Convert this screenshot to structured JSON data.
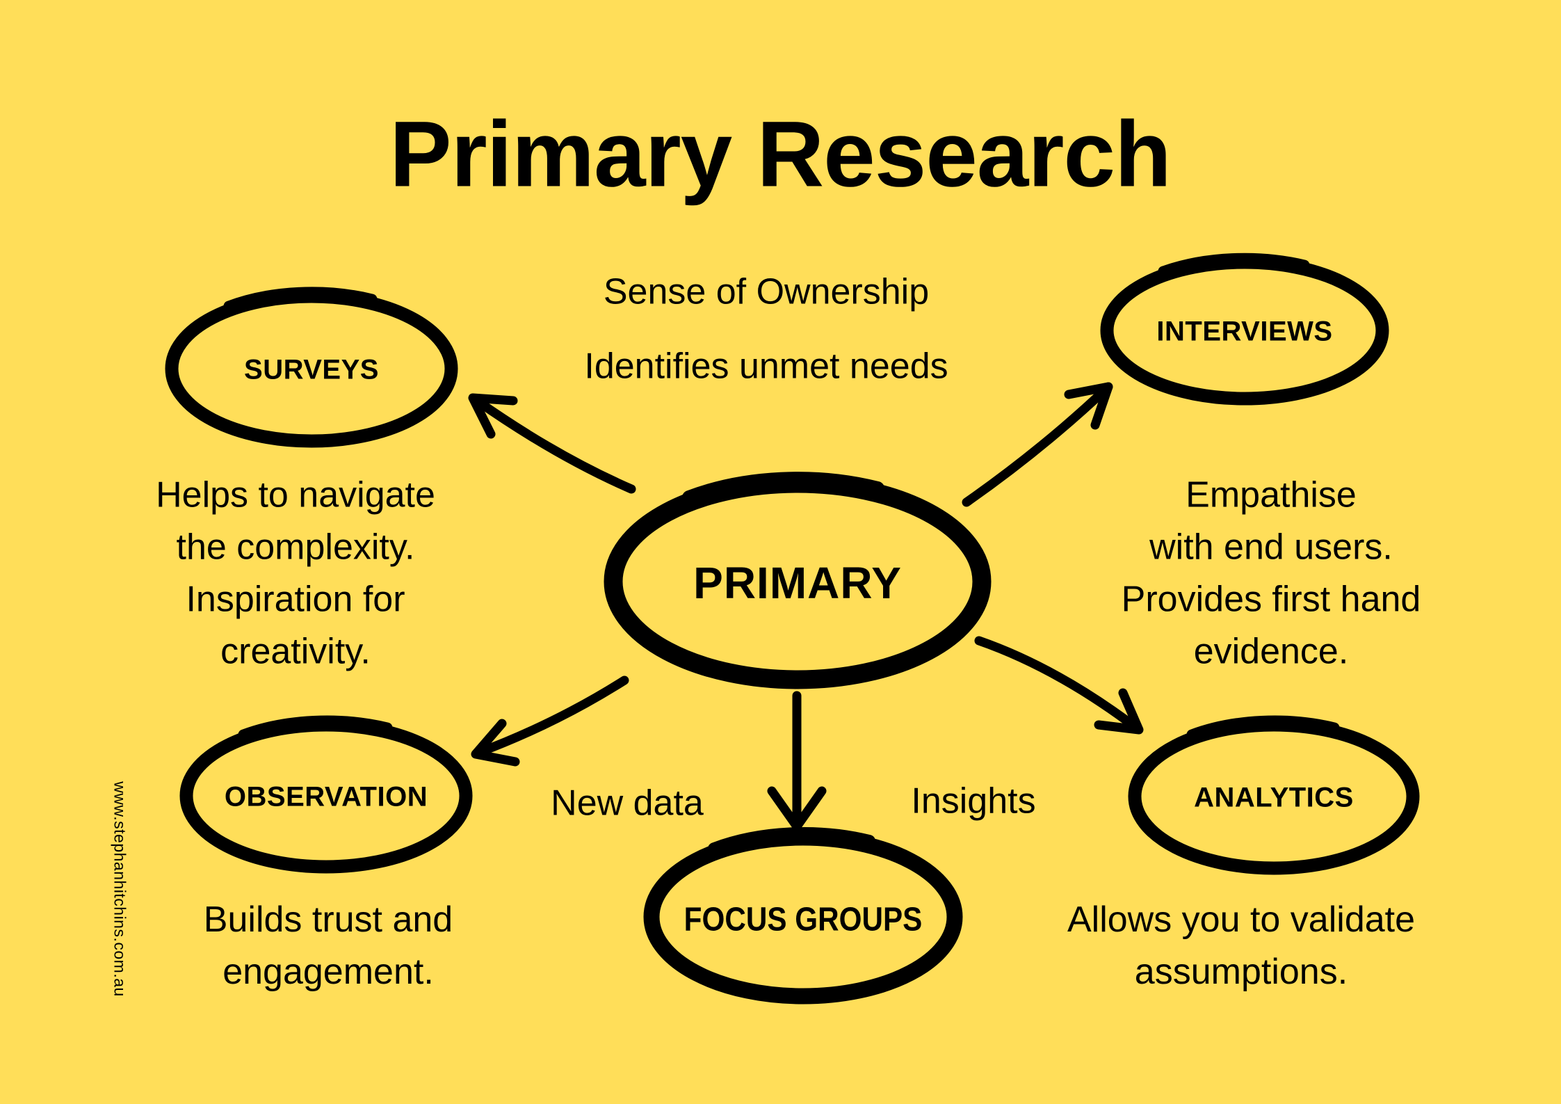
{
  "page": {
    "title": "Primary Research",
    "website": "www.stephanhitchins.com.au",
    "colors": {
      "background": "#FFDE59",
      "ink": "#000000"
    }
  },
  "nodes": {
    "primary": {
      "label": "PRIMARY"
    },
    "surveys": {
      "label": "SURVEYS"
    },
    "interviews": {
      "label": "INTERVIEWS"
    },
    "observation": {
      "label": "OBSERVATION"
    },
    "focus_groups": {
      "label": "FOCUS GROUPS"
    },
    "analytics": {
      "label": "ANALYTICS"
    }
  },
  "notes": {
    "sense_of_ownership": "Sense of Ownership",
    "identifies_unmet_needs": "Identifies unmet needs",
    "surveys_benefit": "Helps to navigate\nthe complexity.\nInspiration for\ncreativity.",
    "interviews_benefit": "Empathise\nwith end users.\nProvides first hand\nevidence.",
    "observation_benefit": "Builds trust and\nengagement.",
    "analytics_benefit": "Allows you to validate\nassumptions.",
    "focus_groups_left": "New data",
    "focus_groups_right": "Insights"
  }
}
